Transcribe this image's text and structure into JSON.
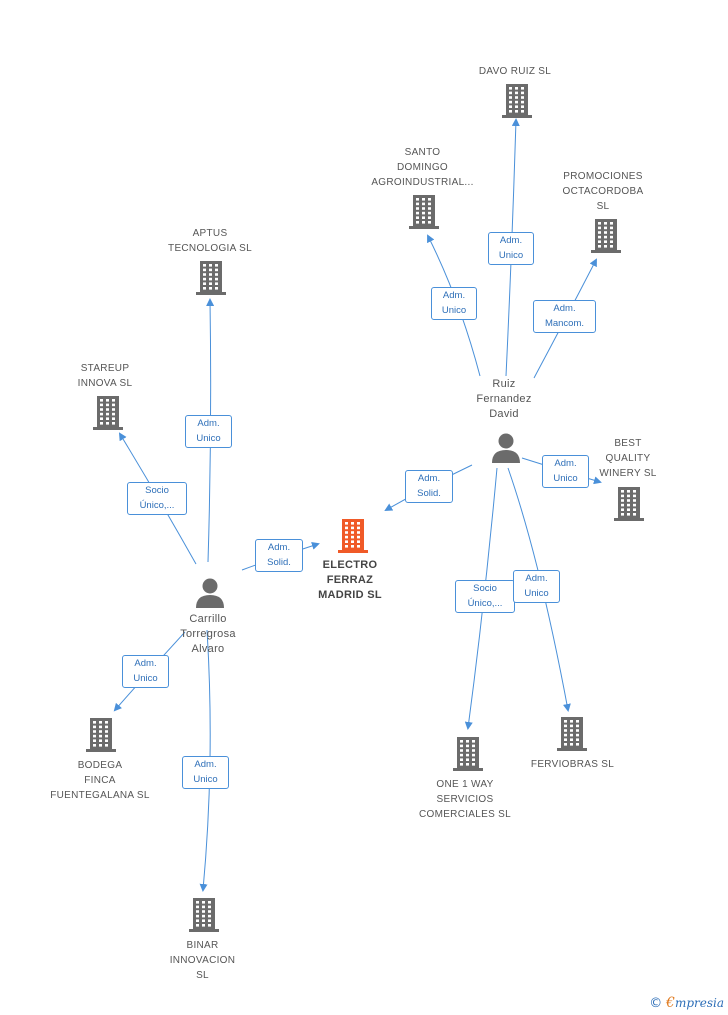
{
  "center": {
    "label": "ELECTRO\nFERRAZ\nMADRID  SL"
  },
  "persons": [
    {
      "id": "carrillo",
      "label": "Carrillo\nTorregrosa\nAlvaro"
    },
    {
      "id": "ruiz",
      "label": "Ruiz\nFernandez\nDavid"
    }
  ],
  "companies": [
    {
      "id": "davo",
      "label": "DAVO RUIZ  SL"
    },
    {
      "id": "santo",
      "label": "SANTO\nDOMINGO\nAGROINDUSTRIAL..."
    },
    {
      "id": "promo",
      "label": "PROMOCIONES\nOCTACORDOBA\nSL"
    },
    {
      "id": "aptus",
      "label": "APTUS\nTECNOLOGIA SL"
    },
    {
      "id": "stareup",
      "label": "STAREUP\nINNOVA  SL"
    },
    {
      "id": "best",
      "label": "BEST\nQUALITY\nWINERY SL"
    },
    {
      "id": "bodega",
      "label": "BODEGA\nFINCA\nFUENTEGALANA SL"
    },
    {
      "id": "one",
      "label": "ONE 1 WAY\nSERVICIOS\nCOMERCIALES SL"
    },
    {
      "id": "fervio",
      "label": "FERVIOBRAS SL"
    },
    {
      "id": "binar",
      "label": "BINAR\nINNOVACION\nSL"
    }
  ],
  "relations": [
    {
      "id": "r1",
      "label": "Adm.\nUnico"
    },
    {
      "id": "r2",
      "label": "Adm.\nUnico"
    },
    {
      "id": "r3",
      "label": "Adm.\nMancom."
    },
    {
      "id": "r4",
      "label": "Adm.\nSolid."
    },
    {
      "id": "r5",
      "label": "Adm.\nUnico"
    },
    {
      "id": "r6",
      "label": "Socio\nÚnico,..."
    },
    {
      "id": "r7",
      "label": "Adm.\nUnico"
    },
    {
      "id": "r8",
      "label": "Adm.\nUnico"
    },
    {
      "id": "r9",
      "label": "Socio\nÚnico,..."
    },
    {
      "id": "r10",
      "label": "Adm.\nSolid."
    },
    {
      "id": "r11",
      "label": "Adm.\nUnico"
    },
    {
      "id": "r12",
      "label": "Adm.\nUnico"
    }
  ],
  "footer": {
    "copyright": "©",
    "brand_initial": "€",
    "brand_rest": "mpresia"
  },
  "colors": {
    "edge": "#4a90d9",
    "building": "#6b6b6b",
    "center_building": "#f05a28",
    "person": "#6b6b6b"
  }
}
